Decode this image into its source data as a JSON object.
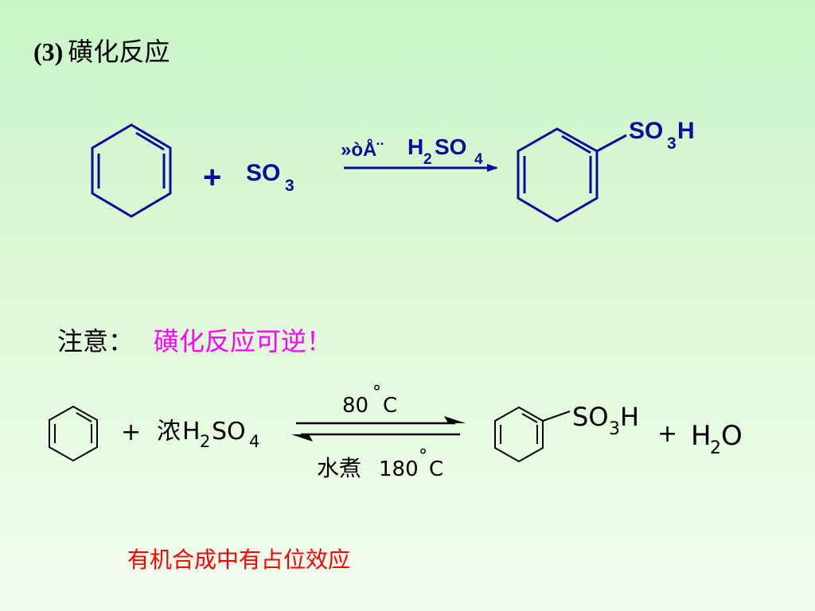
{
  "title": {
    "number": "(3)",
    "text": "磺化反应"
  },
  "reaction1": {
    "plus": "+",
    "reagent": {
      "main": "SO",
      "sub": "3"
    },
    "arrow_label": {
      "garbled": "»òÅ¨",
      "formula_h": "H",
      "formula_sub2": "2",
      "formula_so": "SO",
      "formula_sub4": "4"
    },
    "product_group": {
      "main": "SO",
      "sub": "3",
      "tail": "H"
    }
  },
  "note": {
    "label": "注意：",
    "text": "磺化反应可逆！"
  },
  "reaction2": {
    "plus1": "+",
    "reagent": {
      "prefix": "浓",
      "h": "H",
      "sub2": "2",
      "so": "SO",
      "sub4": "4"
    },
    "forward_condition": {
      "value": "80",
      "degree": "°",
      "unit": "C"
    },
    "reverse_condition": {
      "prefix": "水煮",
      "value": "180",
      "degree": "°",
      "unit": "C"
    },
    "product_group": {
      "main": "SO",
      "sub": "3",
      "tail": "H"
    },
    "plus2": "+",
    "water": {
      "h": "H",
      "sub2": "2",
      "o": "O"
    }
  },
  "footer": {
    "text": "有机合成中有占位效应"
  },
  "colors": {
    "structure_blue": "#0b0b9c",
    "note_magenta": "#ff00ff",
    "footer_red": "#ff0000"
  }
}
